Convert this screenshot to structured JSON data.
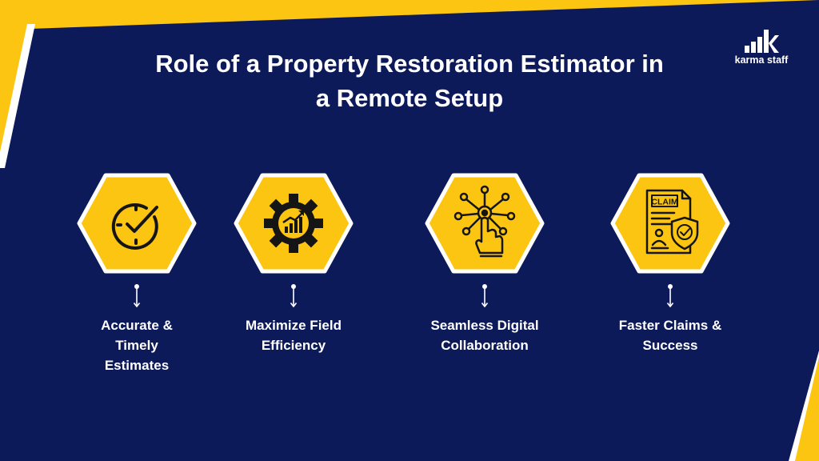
{
  "title": {
    "line1": "Role of a Property Restoration Estimator in",
    "line2": "a Remote Setup"
  },
  "brand": {
    "name": "karma staff",
    "icon": "karma-staff-logo-icon"
  },
  "colors": {
    "navy": "#0d1a5a",
    "yellow": "#fcc511",
    "white": "#ffffff",
    "ink": "#151515"
  },
  "cards": [
    {
      "icon": "clock-check-icon",
      "label_lines": [
        "Accurate &",
        "Timely",
        "Estimates"
      ]
    },
    {
      "icon": "gear-chart-icon",
      "label_lines": [
        "Maximize Field",
        "Efficiency"
      ]
    },
    {
      "icon": "touch-network-icon",
      "label_lines": [
        "Seamless Digital",
        "Collaboration"
      ]
    },
    {
      "icon": "claim-document-shield-icon",
      "label_lines": [
        "Faster Claims &",
        "Success"
      ]
    }
  ]
}
